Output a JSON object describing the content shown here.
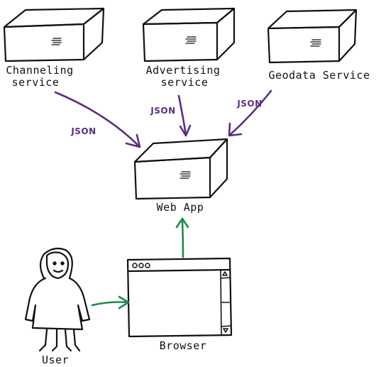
{
  "diagram": {
    "nodes": {
      "channeling": {
        "line1": "Channeling",
        "line2": "service"
      },
      "advertising": {
        "line1": "Advertising",
        "line2": "service"
      },
      "geodata": {
        "line1": "Geodata Service"
      },
      "webapp": {
        "label": "Web App"
      },
      "browser": {
        "label": "Browser",
        "buttons": "ooo"
      },
      "user": {
        "label": "User"
      }
    },
    "edges": {
      "channeling_to_webapp": {
        "label": "JSON"
      },
      "advertising_to_webapp": {
        "label": "JSON"
      },
      "geodata_to_webapp": {
        "label": "JSON"
      }
    },
    "colors": {
      "json_arrow": "#5b2d82",
      "user_arrow": "#1f8a4c",
      "stroke": "#111111"
    }
  }
}
